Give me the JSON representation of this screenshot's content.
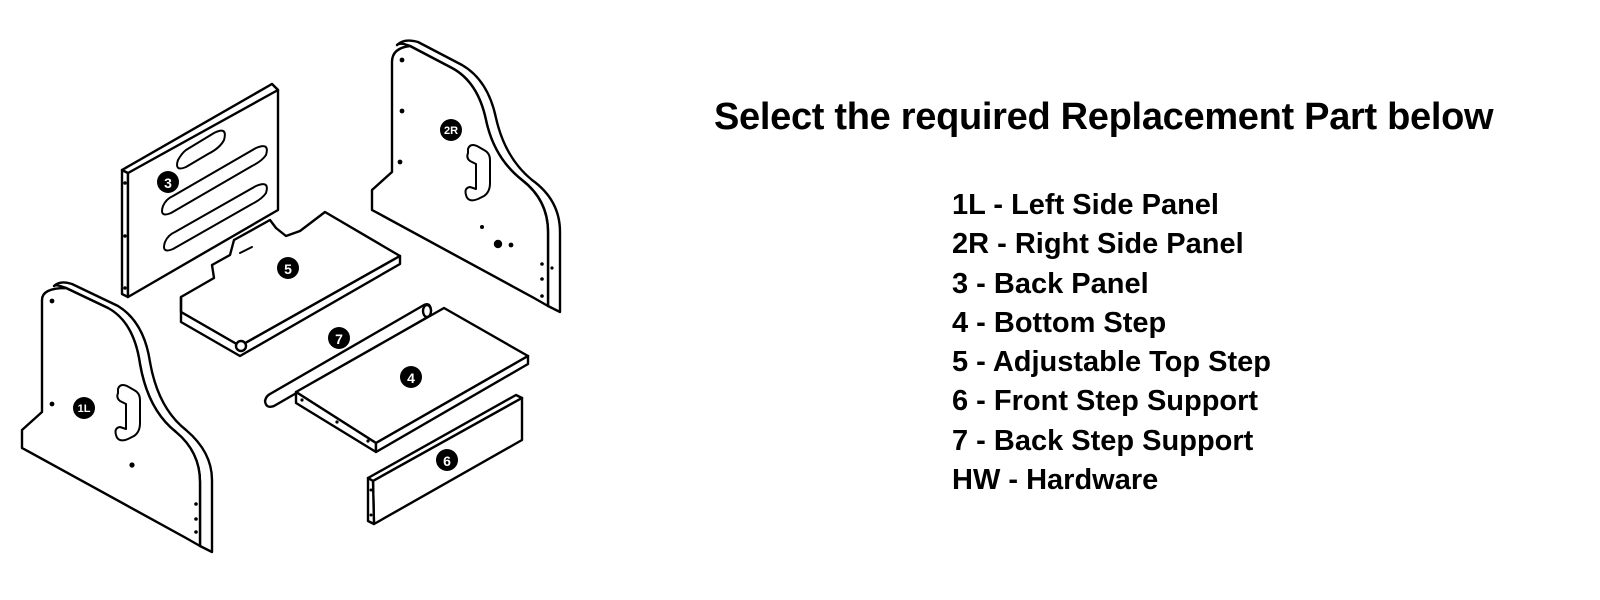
{
  "heading": "Select the required Replacement Part below",
  "parts": [
    {
      "code": "1L",
      "label": "1L - Left Side Panel"
    },
    {
      "code": "2R",
      "label": "2R - Right Side Panel"
    },
    {
      "code": "3",
      "label": "3 - Back Panel"
    },
    {
      "code": "4",
      "label": "4 - Bottom Step"
    },
    {
      "code": "5",
      "label": "5 - Adjustable Top Step"
    },
    {
      "code": "6",
      "label": "6 - Front Step Support"
    },
    {
      "code": "7",
      "label": "7 - Back Step Support"
    },
    {
      "code": "HW",
      "label": "HW - Hardware"
    }
  ],
  "diagram": {
    "badges": {
      "left_side_panel": "1L",
      "right_side_panel": "2R",
      "back_panel": "3",
      "bottom_step": "4",
      "top_step": "5",
      "front_support": "6",
      "back_support": "7"
    }
  }
}
